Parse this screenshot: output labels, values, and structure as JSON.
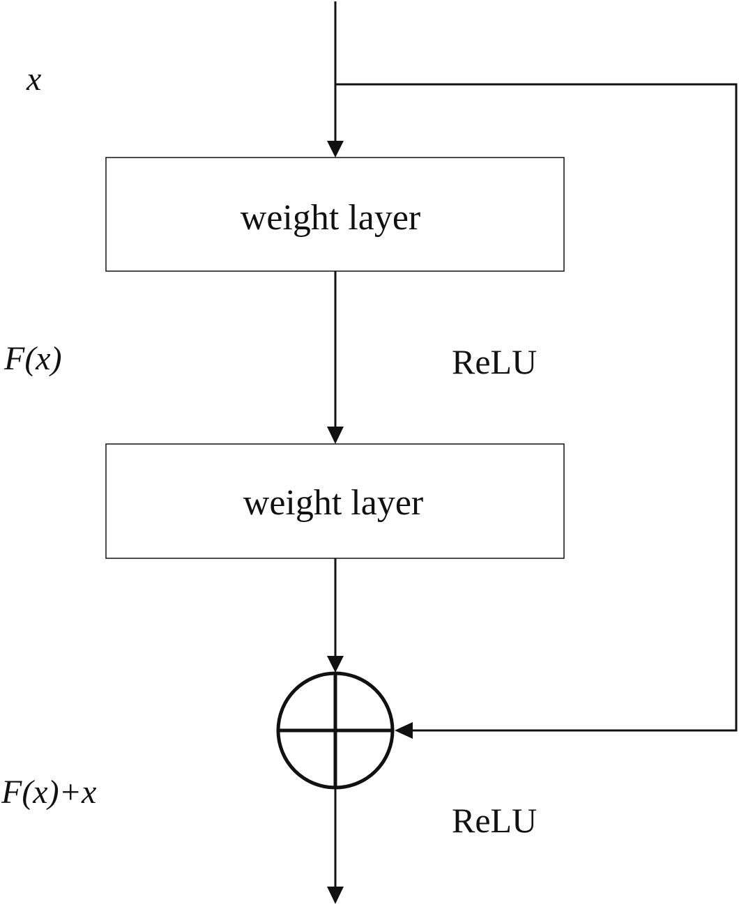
{
  "diagram": {
    "input_label": "x",
    "residual_label": "F(x)",
    "output_label": "F(x)+x",
    "layer1_label": "weight layer",
    "layer2_label": "weight layer",
    "activation1_label": "ReLU",
    "activation2_label": "ReLU"
  }
}
